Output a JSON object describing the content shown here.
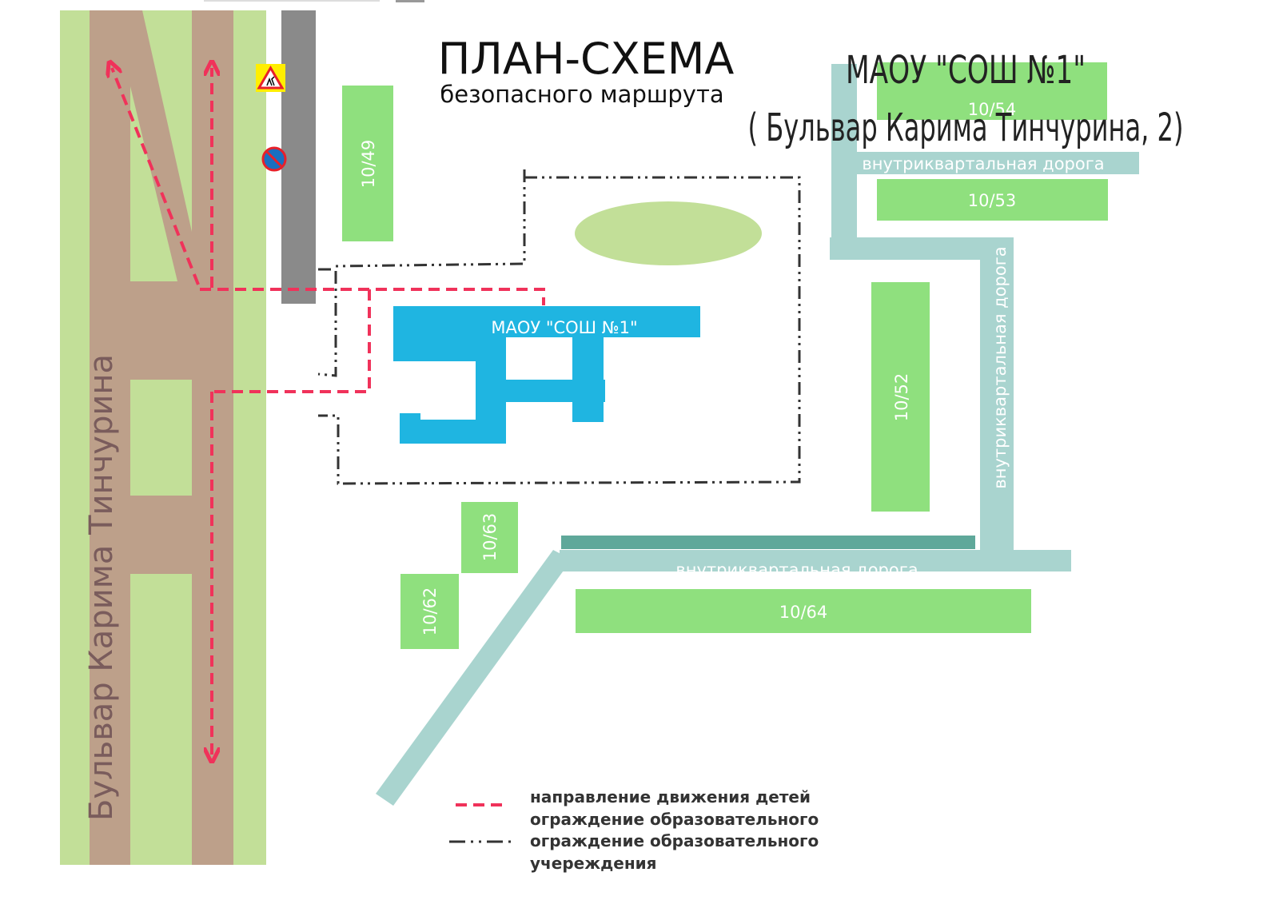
{
  "title": {
    "main": "ПЛАН-СХЕМА",
    "subtitle": "безопасного маршрута",
    "school": "МАОУ \"СОШ №1\"",
    "address": "( Бульвар Карима Тинчурина, 2)"
  },
  "street_label": "Бульвар Карима Тинчурина",
  "school_building_label": "МАОУ \"СОШ №1\"",
  "road_labels": {
    "top": "внутриквартальная дорога",
    "right": "внутриквартальная дорога",
    "bottom": "внутриквартальная дорога"
  },
  "buildings": {
    "b4954": "10/54",
    "b1049": "10/49",
    "b1053": "10/53",
    "b1052": "10/52",
    "b1063": "10/63",
    "b1062": "10/62",
    "b1064": "10/64"
  },
  "signs": [
    "children-crossing-sign",
    "no-parking-sign"
  ],
  "legend": {
    "route": "направление движения детей",
    "fence_a": "ограждение образовательного",
    "fence_b": "ограждение образовательного",
    "fence_c": "учереждения"
  },
  "colors": {
    "route": "#f0325a",
    "school": "#1fb5e1",
    "block": "#8fe07e",
    "road": "#a9d4cf",
    "street": "#bda08a",
    "lawn": "#c2df98"
  }
}
